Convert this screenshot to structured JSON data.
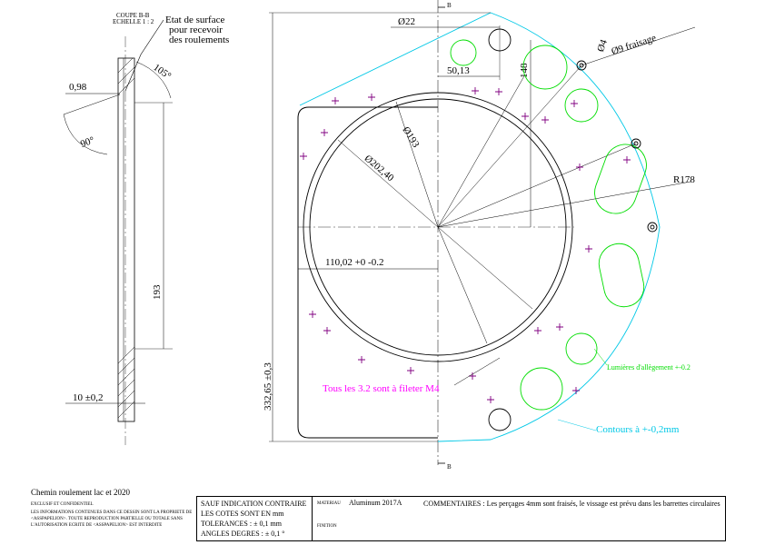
{
  "side_view": {
    "section_title": "COUPE B-B",
    "section_scale": "ECHELLE 1 : 2",
    "surface_note_1": "Etat de surface",
    "surface_note_2": "pour recevoir",
    "surface_note_3": "des roulements",
    "dim_chamfer": "0,98",
    "dim_angle_105": "105°",
    "dim_angle_90": "90°",
    "dim_height_193": "193",
    "dim_thickness": "10 ±0,2"
  },
  "front_view": {
    "section_marker": "B",
    "dim_dia_22": "Ø22",
    "dim_dia_4": "Ø4",
    "dim_dia_9": "Ø9 fraisage",
    "dim_50_13": "50,13",
    "dim_148": "148",
    "dim_dia_193": "Ø193",
    "dim_dia_202_40": "Ø202,40",
    "dim_r178": "R178",
    "dim_110_02": "110,02 +0 -0.2",
    "dim_332_65": "332,65 ±0,3",
    "note_threads": "Tous les 3.2 sont à fileter M4",
    "note_lightening": "Lumières d'allègement +-0.2",
    "note_contours": "Contours à +-0,2mm"
  },
  "colors": {
    "outline": "#000000",
    "contour": "#00c8e6",
    "lightening": "#00dd00",
    "holes": "#800080",
    "note_magenta": "#ff00ff"
  },
  "title_block": {
    "drawing_title": "Chemin roulement lac et 2020",
    "confidential_1": "EXCLUSIF ET CONFIDENTIEL",
    "confidential_2": "LES INFORMATIONS CONTENUES DANS CE DESSIN SONT LA PROPRIETE DE <ASSPAPELION>. TOUTE REPRODUCTION PARTIELLE OU TOTALE SANS L'AUTORISATION ECRITE DE <ASSPAPELION> EST INTERDITE",
    "tolerance_1": "SAUF INDICATION CONTRAIRE",
    "tolerance_2": "LES COTES SONT EN mm",
    "tolerance_3": "TOLERANCES : ± 0,1 mm",
    "tolerance_4": "ANGLES DEGRES : ± 0,1 °",
    "material_label": "MATERIAU",
    "material_value": "Aluminum 2017A",
    "finish_label": "FINITION",
    "comments": "COMMENTAIRES : Les perçages 4mm sont fraisés, le vissage est prévu dans les barrettes circulaires"
  }
}
